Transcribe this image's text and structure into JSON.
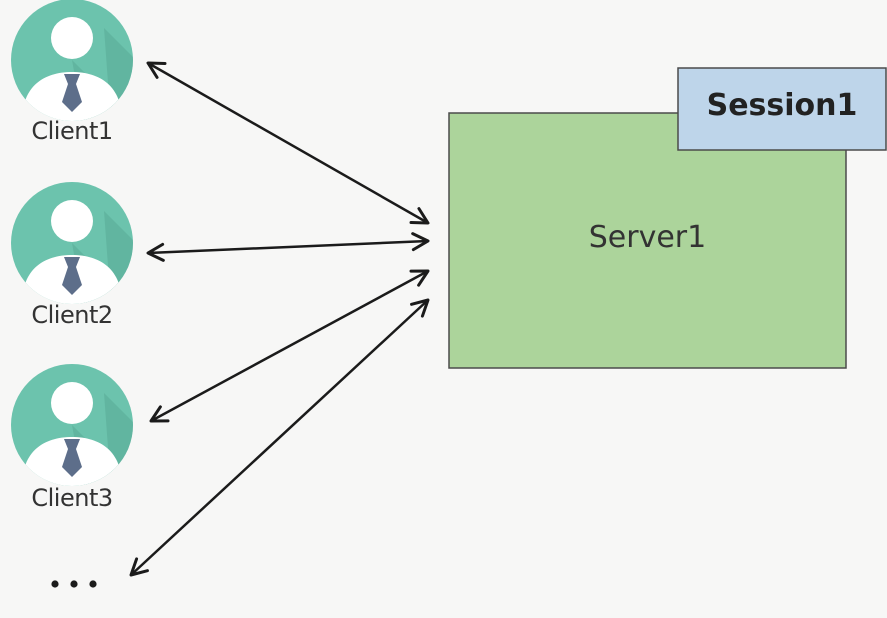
{
  "clients": [
    {
      "label": "Client1"
    },
    {
      "label": "Client2"
    },
    {
      "label": "Client3"
    }
  ],
  "more_clients": {
    "label": "•••"
  },
  "server": {
    "label": "Server1"
  },
  "session": {
    "label": "Session1"
  },
  "colors": {
    "background": "#f7f7f6",
    "avatar_circle": "#6cc3ad",
    "avatar_shadow": "#5aa996",
    "avatar_figure": "#ffffff",
    "avatar_tie": "#5d6e8a",
    "server_fill": "#acd49b",
    "server_border": "#4b4b4b",
    "session_fill": "#bed5ea",
    "session_border": "#4b4b4b",
    "arrow": "#1b1b1b"
  }
}
